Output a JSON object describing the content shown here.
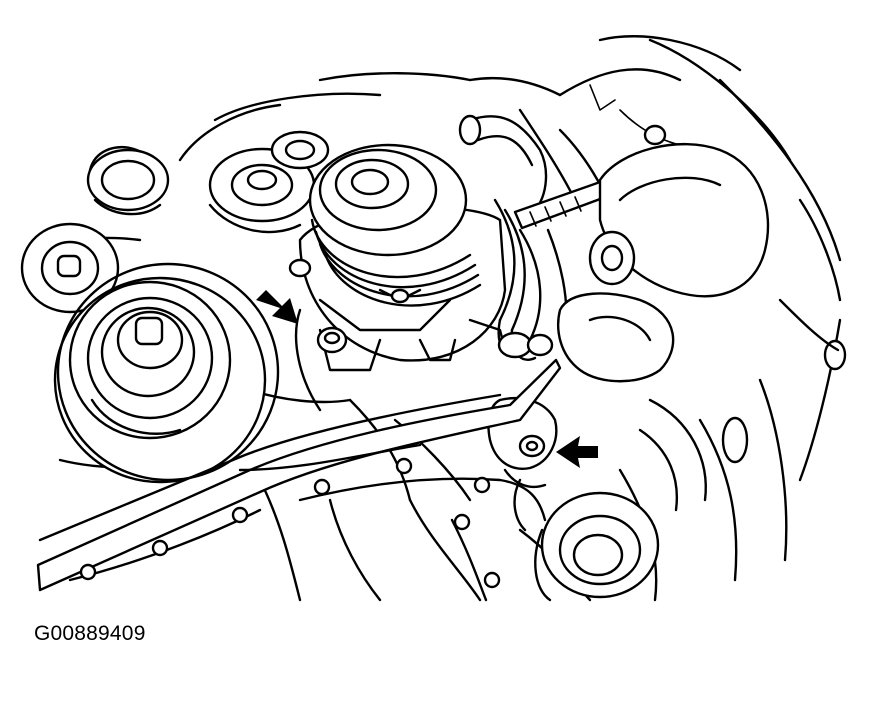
{
  "figure": {
    "caption": "G00889409",
    "callouts": [
      {
        "icon": "arrow-icon",
        "target": "compressor-upper-mounting-bolt"
      },
      {
        "icon": "arrow-icon",
        "target": "compressor-lower-mounting-bolt"
      }
    ]
  }
}
